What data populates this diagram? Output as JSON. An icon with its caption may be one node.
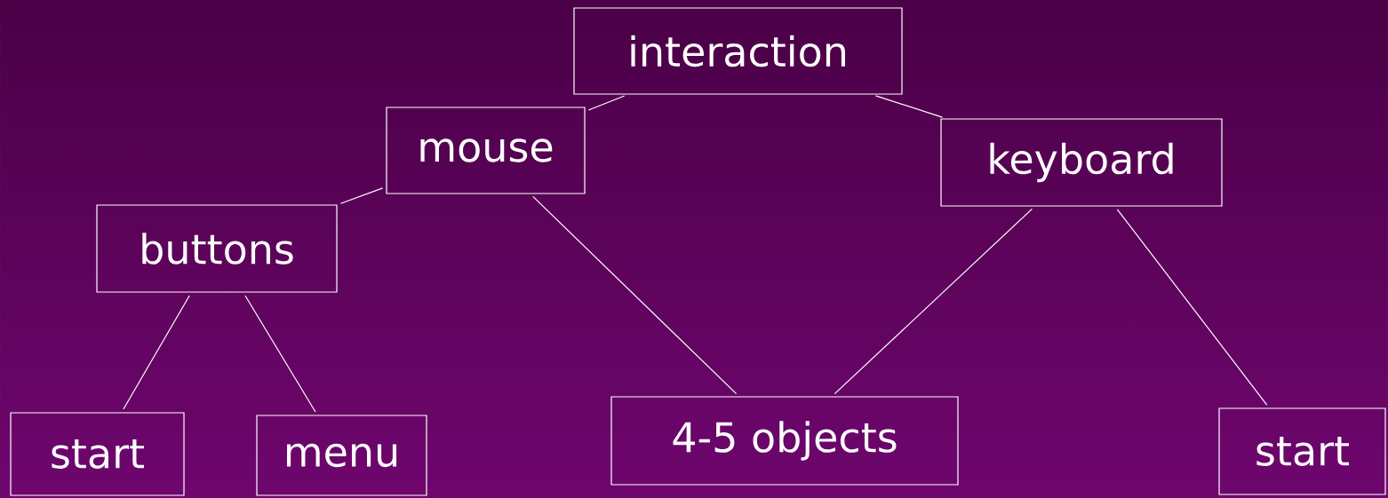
{
  "diagram": {
    "nodes": [
      {
        "text": [
          "interaction"
        ]
      },
      {
        "text": [
          "mouse"
        ]
      },
      {
        "text": [
          "keyboard"
        ]
      },
      {
        "text": [
          "buttons"
        ]
      },
      {
        "text": [
          "start"
        ]
      },
      {
        "text": [
          "menu"
        ]
      },
      {
        "text": [
          "4-5 objects"
        ]
      },
      {
        "text": [
          "start"
        ]
      }
    ],
    "edges": [
      {
        "from": 0,
        "to": 1,
        "arrow": "none"
      },
      {
        "from": 0,
        "to": 2,
        "arrow": "none"
      },
      {
        "from": 1,
        "to": 3,
        "arrow": "none"
      },
      {
        "from": 1,
        "to": 6,
        "arrow": "none"
      },
      {
        "from": 2,
        "to": 6,
        "arrow": "none"
      },
      {
        "from": 2,
        "to": 7,
        "arrow": "none"
      },
      {
        "from": 3,
        "to": 4,
        "arrow": "none"
      },
      {
        "from": 3,
        "to": 5,
        "arrow": "none"
      }
    ]
  }
}
